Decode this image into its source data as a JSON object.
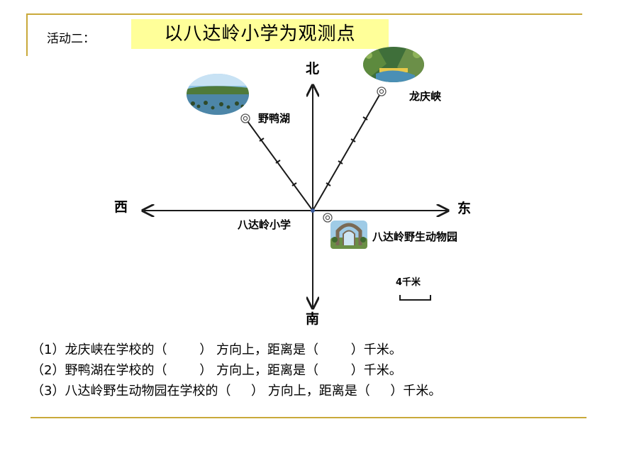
{
  "header": {
    "activity_label": "活动二：",
    "title": "以八达岭小学为观测点"
  },
  "compass": {
    "north": "北",
    "south": "南",
    "east": "东",
    "west": "西"
  },
  "places": {
    "origin": "八达岭小学",
    "northwest": "野鸭湖",
    "northeast": "龙庆峡",
    "southeast": "八达岭野生动物园"
  },
  "scale": {
    "label": "4千米"
  },
  "questions": [
    "（1）龙庆峡在学校的（        ） 方向上，距离是（        ）千米。",
    "（2）野鸭湖在学校的（        ） 方向上，距离是（        ）千米。",
    "（3）八达岭野生动物园在学校的（     ） 方向上，距离是（     ）千米。"
  ],
  "colors": {
    "accent_line": "#c9a93a",
    "title_highlight": "#ffff99",
    "axis": "#1a1a1a"
  },
  "icons": {
    "photo_lake": "lake-photo",
    "photo_gorge": "gorge-photo",
    "photo_zoo": "zoo-gate-photo"
  }
}
